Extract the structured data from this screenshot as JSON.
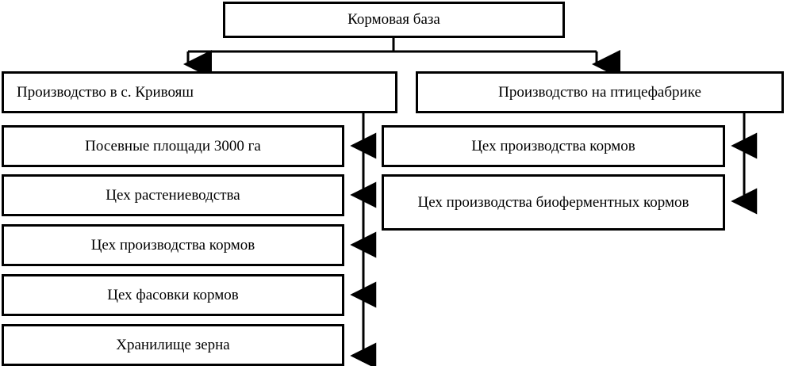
{
  "diagram": {
    "title_node": {
      "label": "Кормовая база"
    },
    "branches": [
      {
        "label": "Производство в с. Кривояш",
        "children": [
          {
            "label": "Посевные площади 3000 га"
          },
          {
            "label": "Цех растениеводства"
          },
          {
            "label": "Цех производства кормов"
          },
          {
            "label": "Цех фасовки кормов"
          },
          {
            "label": "Хранилище зерна"
          }
        ]
      },
      {
        "label": "Производство на птицефабрике",
        "children": [
          {
            "label": "Цех производства кормов"
          },
          {
            "label": "Цех производства биоферментных кормов"
          }
        ]
      }
    ],
    "colors": {
      "line": "#000000",
      "box_fill": "#ffffff",
      "text": "#000000"
    }
  }
}
